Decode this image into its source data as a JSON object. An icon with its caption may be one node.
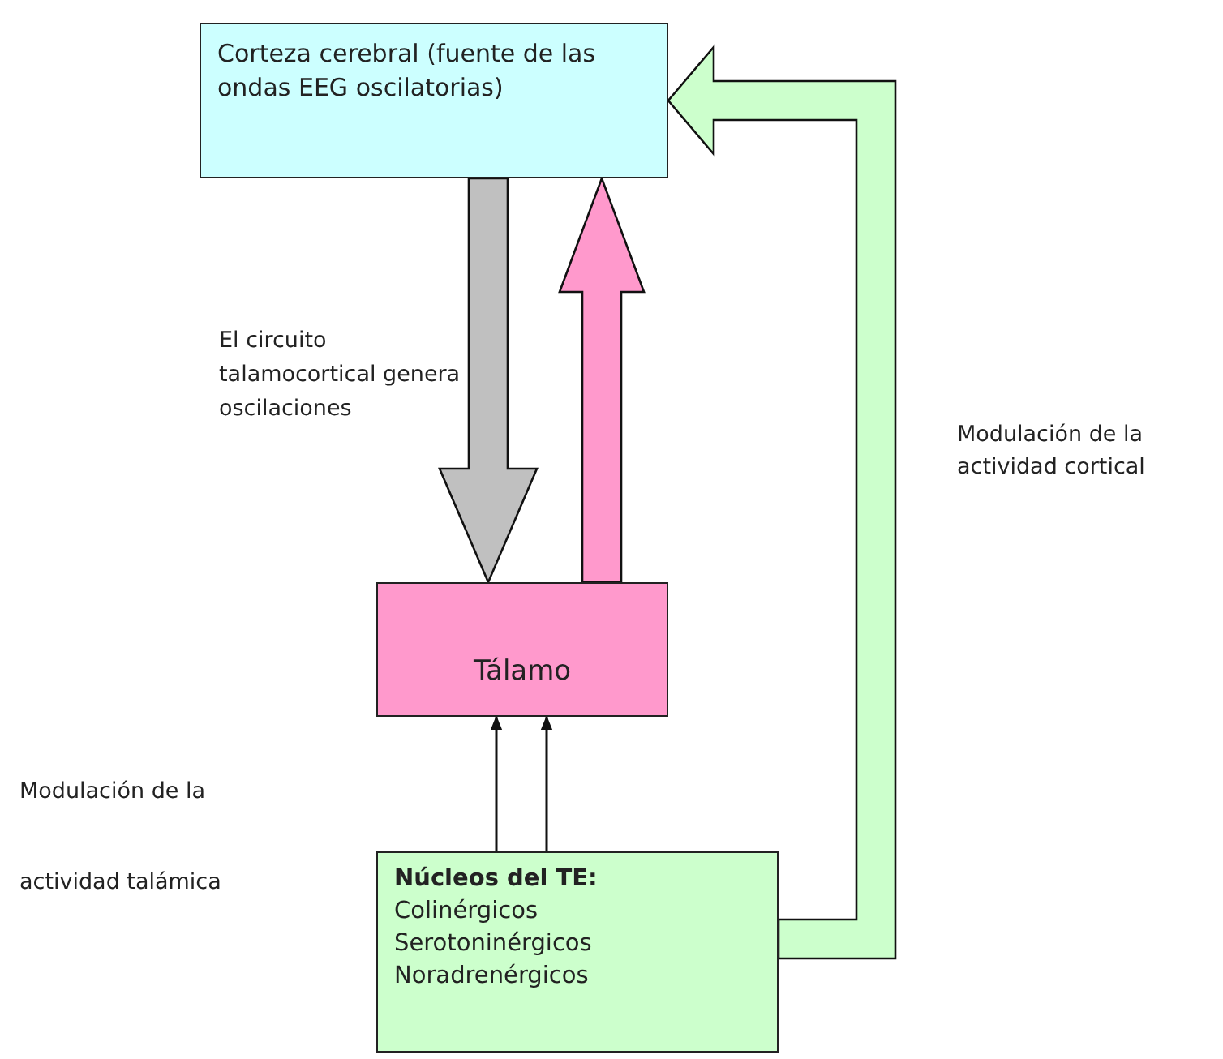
{
  "diagram": {
    "nodes": [
      {
        "text": [
          "Corteza cerebral (fuente de las ondas EEG oscilatorias)"
        ]
      },
      {
        "text": [
          "Tálamo"
        ]
      },
      {
        "text": [
          "Núcleos del TE:",
          "Colinérgicos",
          "Serotoninérgicos",
          "Noradrenérgicos"
        ]
      }
    ],
    "edges": [
      {
        "from": 0,
        "to": 1,
        "arrow": "to",
        "style": "thick",
        "color": "#c0c0c0"
      },
      {
        "from": 1,
        "to": 0,
        "arrow": "to",
        "style": "thick",
        "color": "#ff99cc"
      },
      {
        "from": 2,
        "to": 1,
        "arrow": "to"
      },
      {
        "from": 2,
        "to": 1,
        "arrow": "to"
      },
      {
        "from": 2,
        "to": 0,
        "arrow": "to",
        "style": "thick",
        "color": "#ccffcc"
      }
    ],
    "labels": [
      "El circuito talamocortical genera oscilaciones",
      "Modulación de la actividad cortical",
      "Modulación de la actividad talámica"
    ]
  }
}
